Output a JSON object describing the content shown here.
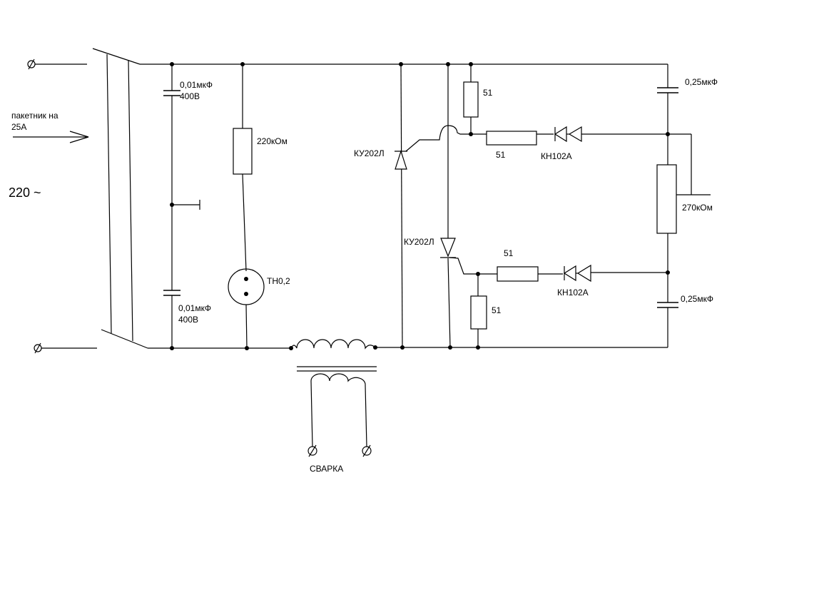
{
  "labels": {
    "supply_voltage": "220 ~",
    "switch_note_line1": "пакетник на",
    "switch_note_line2": "25А",
    "cap_top_value": "0,01мкФ",
    "cap_top_voltage": "400В",
    "cap_bottom_value": "0,01мкФ",
    "cap_bottom_voltage": "400В",
    "resistor_220k": "220кОм",
    "lamp": "ТН0,2",
    "thyristor_top": "КУ202Л",
    "thyristor_bottom": "КУ202Л",
    "res_51_vertical_top": "51",
    "res_51_horizontal_top": "51",
    "res_51_horizontal_bottom": "51",
    "res_51_vertical_bottom": "51",
    "diac_top": "КН102А",
    "diac_bottom": "КН102А",
    "cap_right_top": "0,25мкФ",
    "cap_right_bottom": "0,25мкФ",
    "pot_270k": "270кОм",
    "welding_output": "СВАРКА"
  },
  "colors": {
    "ink": "#000000",
    "background": "#ffffff"
  }
}
